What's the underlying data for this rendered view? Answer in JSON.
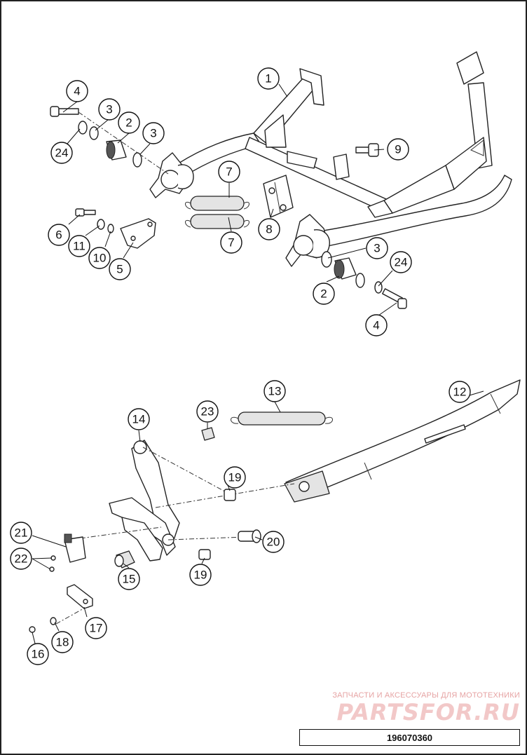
{
  "callouts": [
    {
      "id": "c4a",
      "label": "4"
    },
    {
      "id": "c3a",
      "label": "3"
    },
    {
      "id": "c2a",
      "label": "2"
    },
    {
      "id": "c3b",
      "label": "3"
    },
    {
      "id": "c24a",
      "label": "24"
    },
    {
      "id": "c1",
      "label": "1"
    },
    {
      "id": "c9",
      "label": "9"
    },
    {
      "id": "c7a",
      "label": "7"
    },
    {
      "id": "c7b",
      "label": "7"
    },
    {
      "id": "c8",
      "label": "8"
    },
    {
      "id": "c6",
      "label": "6"
    },
    {
      "id": "c11",
      "label": "11"
    },
    {
      "id": "c10",
      "label": "10"
    },
    {
      "id": "c5",
      "label": "5"
    },
    {
      "id": "c3c",
      "label": "3"
    },
    {
      "id": "c24b",
      "label": "24"
    },
    {
      "id": "c2b",
      "label": "2"
    },
    {
      "id": "c4b",
      "label": "4"
    },
    {
      "id": "c13",
      "label": "13"
    },
    {
      "id": "c12",
      "label": "12"
    },
    {
      "id": "c23",
      "label": "23"
    },
    {
      "id": "c14",
      "label": "14"
    },
    {
      "id": "c19a",
      "label": "19"
    },
    {
      "id": "c20",
      "label": "20"
    },
    {
      "id": "c21",
      "label": "21"
    },
    {
      "id": "c22",
      "label": "22"
    },
    {
      "id": "c15",
      "label": "15"
    },
    {
      "id": "c19b",
      "label": "19"
    },
    {
      "id": "c17",
      "label": "17"
    },
    {
      "id": "c18",
      "label": "18"
    },
    {
      "id": "c16",
      "label": "16"
    }
  ],
  "watermark": {
    "text": "ЗАПЧАСТИ И АКСЕССУАРЫ ДЛЯ МОТОТЕХНИКИ",
    "logo": "PARTSFOR.RU"
  },
  "diagram_id": "196070360"
}
